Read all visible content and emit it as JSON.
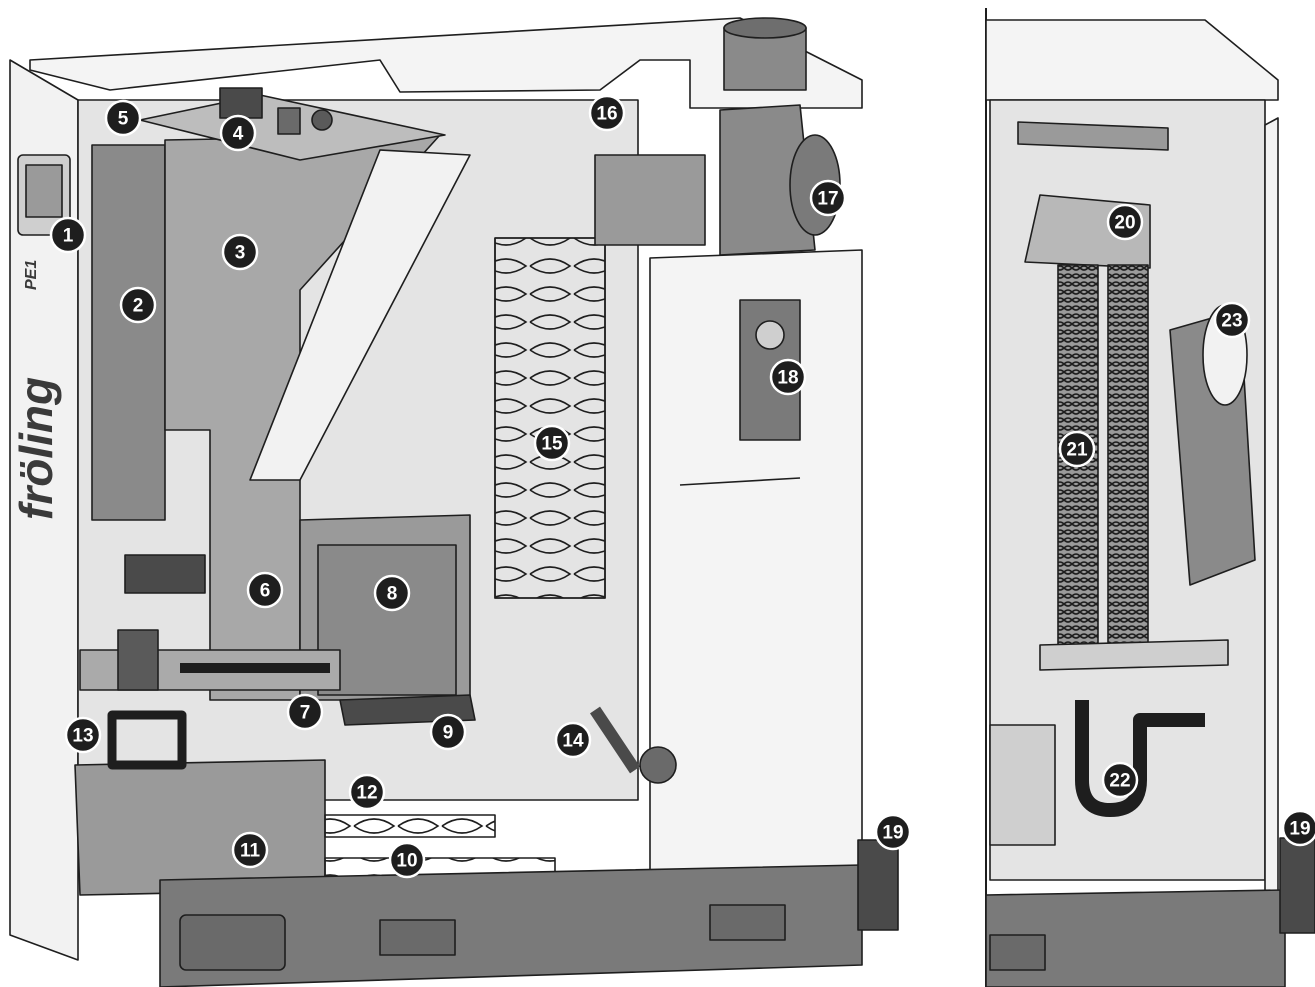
{
  "diagram": {
    "brand_text": "fröling",
    "model_text": "PE1",
    "colors": {
      "outline": "#1e1e1e",
      "panel_light": "#f2f2f2",
      "panel_mid": "#d6d6d6",
      "panel_dark": "#8c8c8c",
      "metal": "#6e6e6e",
      "base": "#7a7a7a",
      "callout_fill": "#1e1e1e",
      "callout_text": "#ffffff"
    },
    "callouts": [
      {
        "id": "1",
        "label": "1"
      },
      {
        "id": "2",
        "label": "2"
      },
      {
        "id": "3",
        "label": "3"
      },
      {
        "id": "4",
        "label": "4"
      },
      {
        "id": "5",
        "label": "5"
      },
      {
        "id": "6",
        "label": "6"
      },
      {
        "id": "7",
        "label": "7"
      },
      {
        "id": "8",
        "label": "8"
      },
      {
        "id": "9",
        "label": "9"
      },
      {
        "id": "10",
        "label": "10"
      },
      {
        "id": "11",
        "label": "11"
      },
      {
        "id": "12",
        "label": "12"
      },
      {
        "id": "13",
        "label": "13"
      },
      {
        "id": "14",
        "label": "14"
      },
      {
        "id": "15",
        "label": "15"
      },
      {
        "id": "16",
        "label": "16"
      },
      {
        "id": "17",
        "label": "17"
      },
      {
        "id": "18",
        "label": "18"
      },
      {
        "id": "19",
        "label": "19"
      },
      {
        "id": "19b",
        "label": "19"
      },
      {
        "id": "20",
        "label": "20"
      },
      {
        "id": "21",
        "label": "21"
      },
      {
        "id": "22",
        "label": "22"
      },
      {
        "id": "23",
        "label": "23"
      }
    ]
  }
}
